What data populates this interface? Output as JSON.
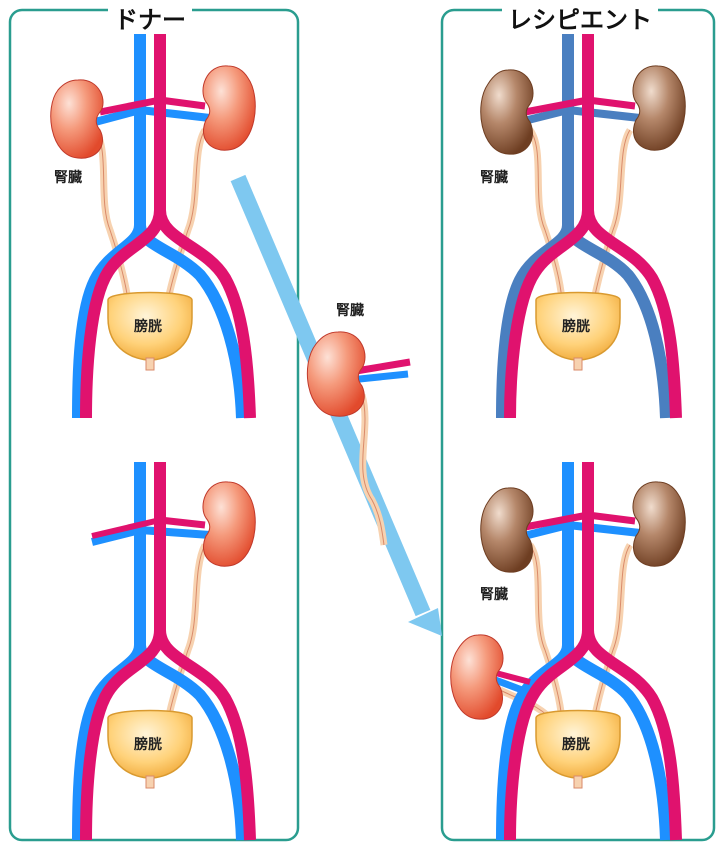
{
  "panels": {
    "donor_title": "ドナー",
    "recipient_title": "レシピエント"
  },
  "labels": {
    "kidney": "腎臓",
    "bladder": "膀胱"
  },
  "colors": {
    "vein": "#1e90ff",
    "artery": "#e0126e",
    "recipient_vein": "#4a7fc0",
    "kidney_healthy": "#f07a5a",
    "kidney_diseased": "#8a5a3a",
    "bladder": "#ffcc66",
    "ureter": "#f7d2b0",
    "transfer_arrow": "#7ec8f0",
    "panel_border": "#2a9d8f"
  }
}
